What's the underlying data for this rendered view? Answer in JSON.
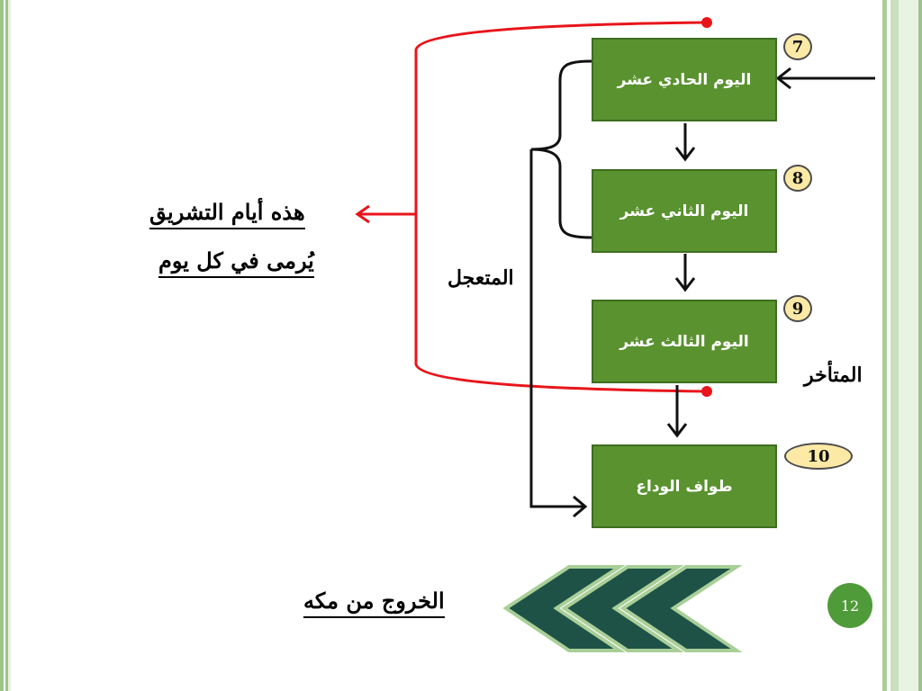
{
  "steps": [
    {
      "label": "اليوم الحادي عشر",
      "number": "7"
    },
    {
      "label": "اليوم الثاني عشر",
      "number": "8"
    },
    {
      "label": "اليوم الثالث عشر",
      "number": "9"
    },
    {
      "label": "طواف الوداع",
      "number": "10"
    }
  ],
  "labels": {
    "hasty": "المتعجل",
    "late": "المتأخر",
    "tashreeq_line1": "هذه أيام التشريق",
    "tashreeq_line2": "يُرمى في كل يوم",
    "exit": "الخروج من مكه"
  },
  "page_number": "12",
  "colors": {
    "box_fill": "#59922f",
    "badge_fill": "#fde9a6",
    "bracket_red": "#e8151b",
    "chevron_fill": "#1e5247",
    "page_badge": "#4f9a39"
  }
}
